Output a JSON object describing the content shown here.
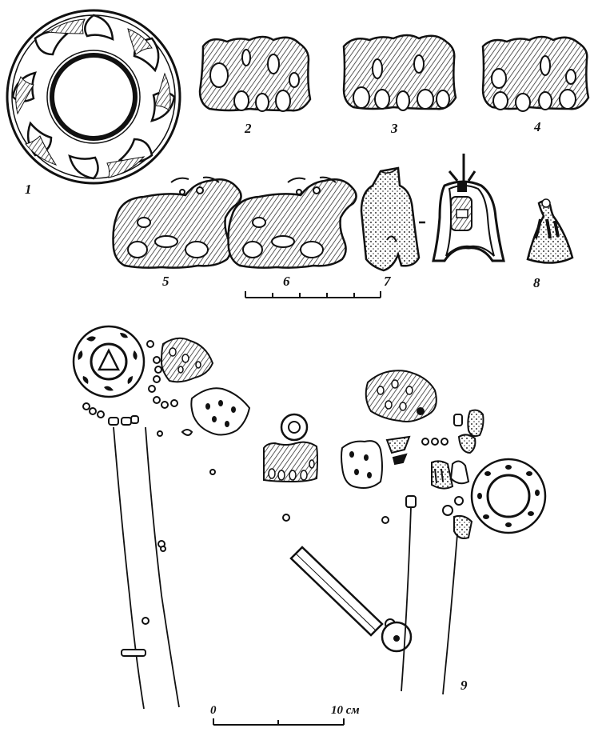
{
  "figure_numbers": [
    "1",
    "2",
    "3",
    "4",
    "5",
    "6",
    "7",
    "8",
    "9"
  ],
  "scale_bar": {
    "start_label": "0",
    "end_label": "10 см"
  },
  "colors": {
    "ink": "#111111",
    "paper": "#ffffff",
    "hatching": "#333333"
  }
}
